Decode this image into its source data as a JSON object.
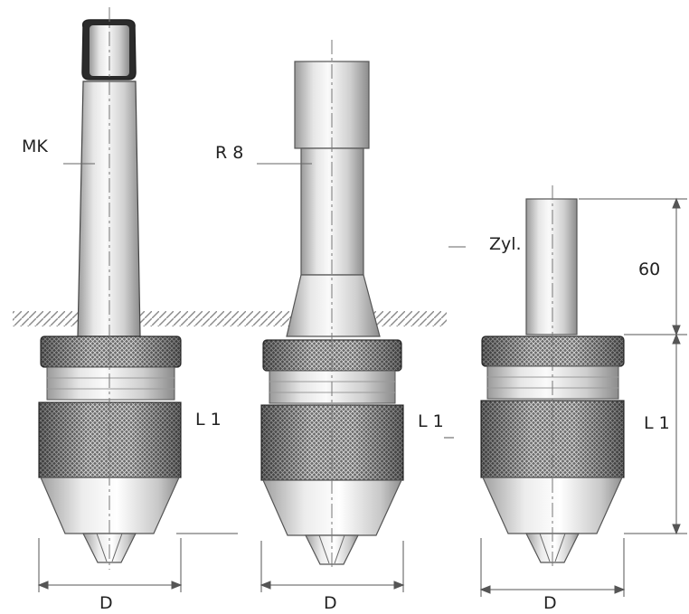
{
  "diagram": {
    "chucks": [
      {
        "shank_label": "MK",
        "length_label": "L 1",
        "diameter_label": "D"
      },
      {
        "shank_label": "R 8",
        "length_label": "L 1",
        "diameter_label": "D"
      },
      {
        "shank_label": "Zyl.",
        "shank_length_label": "60",
        "length_label": "L 1",
        "diameter_label": "D"
      }
    ],
    "colors": {
      "metal_light": "#f2f2f2",
      "metal_mid": "#c9c9c9",
      "metal_dark": "#8a8a8a",
      "knurl_dark": "#5a5a5a",
      "outline": "#333333",
      "dimension": "#555555"
    }
  }
}
